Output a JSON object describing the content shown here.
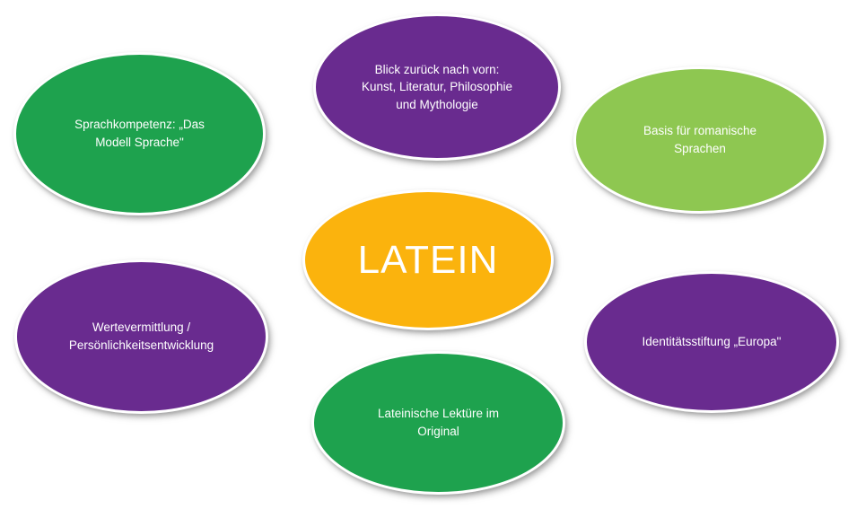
{
  "diagram": {
    "title_topic": "LATEIN",
    "background_color": "#ffffff",
    "ellipse_border_color": "#ffffff",
    "text_color": "#ffffff",
    "colors": {
      "dark_green": "#1ea24e",
      "purple": "#692b8f",
      "light_green": "#8ec751",
      "yellow": "#fbb30d"
    },
    "center": {
      "label": "LATEIN",
      "color": "#fbb30d"
    },
    "nodes": [
      {
        "id": "sprachkompetenz",
        "label": "Sprachkompetenz: „Das\nModell Sprache\"",
        "color": "#1ea24e"
      },
      {
        "id": "blick-zurueck",
        "label": "Blick zurück nach vorn:\nKunst, Literatur, Philosophie\nund Mythologie",
        "color": "#692b8f"
      },
      {
        "id": "romanische-sprachen",
        "label": "Basis für romanische\nSprachen",
        "color": "#8ec751"
      },
      {
        "id": "wertevermittlung",
        "label": "Wertevermittlung /\nPersönlichkeitsentwicklung",
        "color": "#692b8f"
      },
      {
        "id": "identitaetsstiftung",
        "label": "Identitätsstiftung „Europa\"",
        "color": "#692b8f"
      },
      {
        "id": "lektuere",
        "label": "Lateinische Lektüre im\nOriginal",
        "color": "#1ea24e"
      }
    ]
  }
}
